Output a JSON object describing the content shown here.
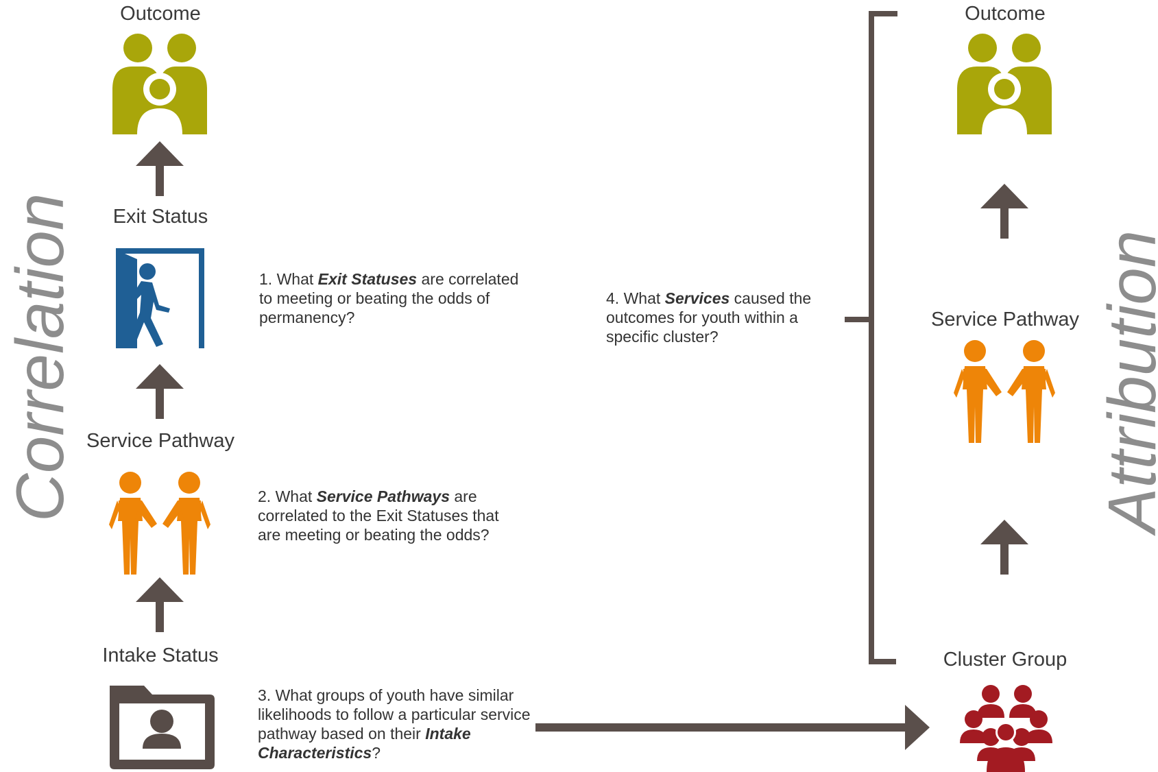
{
  "side_labels": {
    "left": "Correlation",
    "right": "Attribution"
  },
  "left_column": {
    "outcome": "Outcome",
    "exit_status": "Exit Status",
    "service_pathway": "Service Pathway",
    "intake_status": "Intake Status"
  },
  "right_column": {
    "outcome": "Outcome",
    "service_pathway": "Service Pathway",
    "cluster_group": "Cluster Group"
  },
  "questions": {
    "q1": {
      "pre": "1. What ",
      "bold": "Exit Statuses",
      "post": " are correlated to meeting or beating the odds of permanency?"
    },
    "q2": {
      "pre": "2. What ",
      "bold": "Service Pathways",
      "post": " are correlated to the Exit Statuses that are meeting or beating the odds?"
    },
    "q3": {
      "pre": "3. What groups of youth have similar likelihoods to follow a particular service pathway based on their ",
      "bold": "Intake Characteristics",
      "post": "?"
    },
    "q4": {
      "pre": "4. What ",
      "bold": "Services",
      "post": " caused the outcomes for youth within a specific cluster?"
    }
  },
  "colors": {
    "outcome_icon": "#a9a60a",
    "exit_icon": "#1f5f95",
    "pathway_icon": "#ee8508",
    "intake_icon": "#574c48",
    "cluster_icon": "#a31b22",
    "arrow": "#5a4f4b",
    "side_text": "#8d8d8d"
  },
  "icons": {
    "outcome": "family-icon",
    "exit": "exit-door-icon",
    "pathway": "handshake-icon",
    "intake": "user-folder-icon",
    "cluster": "group-icon"
  }
}
